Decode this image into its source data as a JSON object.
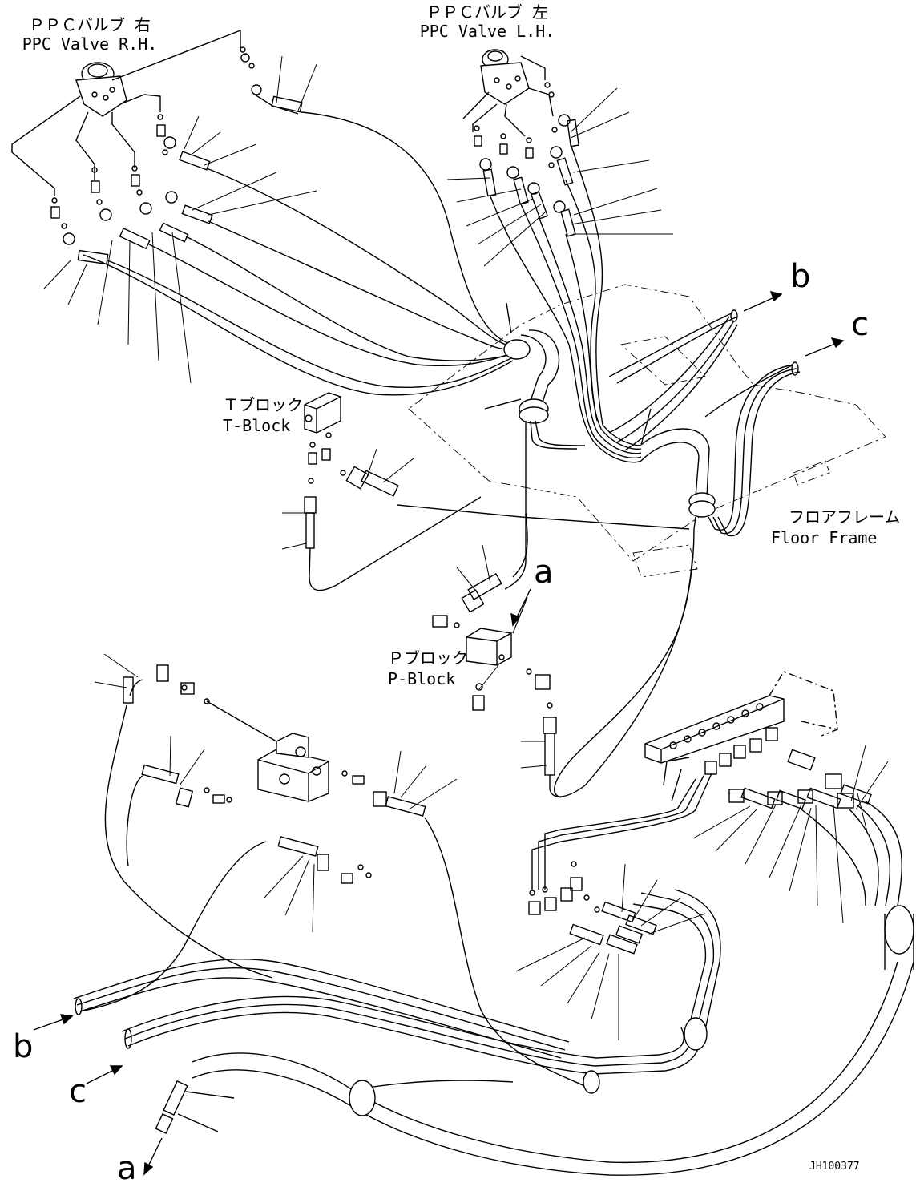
{
  "labels": {
    "ppc_right_jp": "ＰＰＣバルブ 右",
    "ppc_right_en": "PPC Valve R.H.",
    "ppc_left_jp": "ＰＰＣバルブ 左",
    "ppc_left_en": "PPC Valve L.H.",
    "t_block_jp": "Ｔブロック",
    "t_block_en": "T-Block",
    "p_block_jp": "Ｐブロック",
    "p_block_en": "P-Block",
    "floor_frame_jp": "フロアフレーム",
    "floor_frame_en": "Floor Frame"
  },
  "connectors": {
    "a_top": "a",
    "b_top": "b",
    "c_top": "c",
    "b_bottom": "b",
    "c_bottom": "c",
    "a_bottom": "a"
  },
  "drawing_code": "JH100377"
}
